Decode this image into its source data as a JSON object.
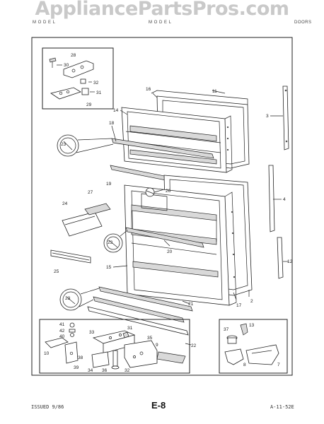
{
  "watermark": "AppliancePartsPros.com",
  "header": {
    "left": "M O D E L",
    "center": "M O D E L",
    "right": "DOORS"
  },
  "footer": {
    "issued": "ISSUED 9/86",
    "page": "E-8",
    "code": "A-11-52E"
  },
  "callouts": [
    "28",
    "30",
    "32",
    "31",
    "29",
    "16",
    "11",
    "3",
    "14",
    "18",
    "23",
    "19",
    "4",
    "24",
    "27",
    "26",
    "23",
    "20",
    "25",
    "15",
    "12",
    "23",
    "21",
    "17",
    "2",
    "22",
    "41",
    "42",
    "40",
    "10",
    "38",
    "39",
    "33",
    "31",
    "35",
    "9",
    "34",
    "36",
    "32",
    "37",
    "13",
    "8",
    "7"
  ]
}
